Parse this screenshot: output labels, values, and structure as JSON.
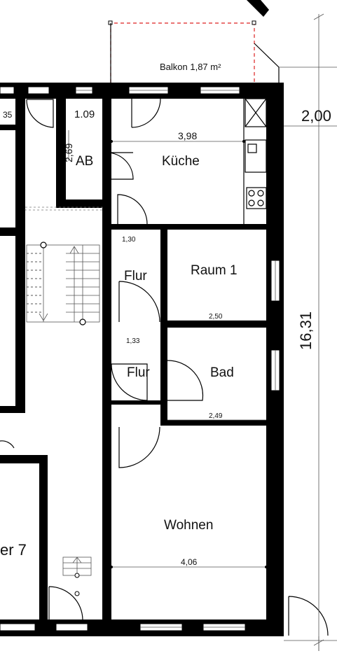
{
  "plan": {
    "rooms": {
      "balkon": "Balkon 1,87 m²",
      "kueche": "Küche",
      "ab": "AB",
      "flur_top": "Flur",
      "flur_bottom": "Flur",
      "raum1": "Raum 1",
      "bad": "Bad",
      "wohnen": "Wohnen",
      "neighbor": "er 7"
    },
    "dimensions": {
      "left_cut": "35",
      "ab_width": "1.09",
      "ab_height": "2,69",
      "kueche_width": "3,98",
      "flur_top_width": "1,30",
      "flur_bottom_width": "1,33",
      "raum1_width": "2,50",
      "bad_width": "2,49",
      "wohnen_width": "4,06",
      "right_offset": "2,00",
      "total_height": "16,31"
    }
  }
}
